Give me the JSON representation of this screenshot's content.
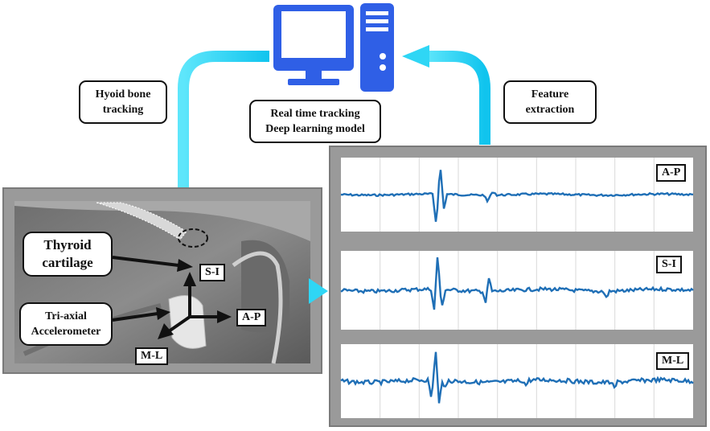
{
  "labels": {
    "hyoid": [
      "Hyoid bone",
      "tracking"
    ],
    "model": [
      "Real time tracking",
      "Deep learning model"
    ],
    "feature": [
      "Feature",
      "extraction"
    ],
    "thyroid": [
      "Thyroid",
      "cartilage"
    ],
    "accel": [
      "Tri-axial",
      "Accelerometer"
    ]
  },
  "axes": {
    "si": "S-I",
    "ap": "A-P",
    "ml": "M-L"
  },
  "signals": [
    {
      "name": "A-P"
    },
    {
      "name": "S-I"
    },
    {
      "name": "M-L"
    }
  ],
  "icons": {
    "computer": "desktop-monitor-icon",
    "tower": "pc-tower-icon"
  },
  "colors": {
    "arrow": "#2fd6f5",
    "signal": "#1f6fb6",
    "computer": "#2f5fe6",
    "panel": "#9a9a9a"
  }
}
